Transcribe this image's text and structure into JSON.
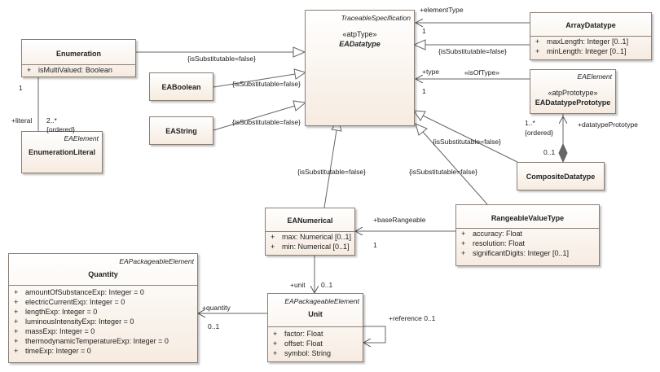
{
  "diagram": {
    "classes": {
      "eadatatype": {
        "abstract_stereo": "TraceableSpecification",
        "stereotype": "«atpType»",
        "name": "EADatatype"
      },
      "arraydatatype": {
        "name": "ArrayDatatype",
        "attrs": [
          {
            "vis": "+",
            "text": "maxLength: Integer [0..1]"
          },
          {
            "vis": "+",
            "text": "minLength: Integer [0..1]"
          }
        ]
      },
      "enumeration": {
        "name": "Enumeration",
        "attrs": [
          {
            "vis": "+",
            "text": "isMultiValued: Boolean"
          }
        ]
      },
      "eaboolean": {
        "name": "EABoolean"
      },
      "eastring": {
        "name": "EAString"
      },
      "eadatatypeprototype": {
        "parent": "EAElement",
        "stereotype": "«atpPrototype»",
        "name": "EADatatypePrototype"
      },
      "enumerationliteral": {
        "parent": "EAElement",
        "name": "EnumerationLiteral"
      },
      "compositedatatype": {
        "name": "CompositeDatatype"
      },
      "eanumerical": {
        "name": "EANumerical",
        "attrs": [
          {
            "vis": "+",
            "text": "max: Numerical [0..1]"
          },
          {
            "vis": "+",
            "text": "min: Numerical [0..1]"
          }
        ]
      },
      "rangeablevaluetype": {
        "name": "RangeableValueType",
        "attrs": [
          {
            "vis": "+",
            "text": "accuracy: Float"
          },
          {
            "vis": "+",
            "text": "resolution: Float"
          },
          {
            "vis": "+",
            "text": "significantDigits: Integer [0..1]"
          }
        ]
      },
      "quantity": {
        "parent": "EAPackageableElement",
        "name": "Quantity",
        "attrs": [
          {
            "vis": "+",
            "text": "amountOfSubstanceExp: Integer = 0"
          },
          {
            "vis": "+",
            "text": "electricCurrentExp: Integer = 0"
          },
          {
            "vis": "+",
            "text": "lengthExp: Integer = 0"
          },
          {
            "vis": "+",
            "text": "luminousIntensityExp: Integer = 0"
          },
          {
            "vis": "+",
            "text": "massExp: Integer = 0"
          },
          {
            "vis": "+",
            "text": "thermodynamicTemperatureExp: Integer = 0"
          },
          {
            "vis": "+",
            "text": "timeExp: Integer = 0"
          }
        ]
      },
      "unit": {
        "parent": "EAPackageableElement",
        "name": "Unit",
        "attrs": [
          {
            "vis": "+",
            "text": "factor: Float"
          },
          {
            "vis": "+",
            "text": "offset: Float"
          },
          {
            "vis": "+",
            "text": "symbol: String"
          }
        ]
      }
    },
    "labels": {
      "element_type": "+elementType",
      "element_type_mult": "1",
      "subst_array": "{isSubstitutable=false}",
      "subst_enum": "{isSubstitutable=false}",
      "subst_bool": "{isSubstitutable=false}",
      "subst_string": "{isSubstitutable=false}",
      "type_role": "+type",
      "is_of_type": "«isOfType»",
      "type_mult": "1",
      "literal_role": "+literal",
      "literal_mult": "2..*",
      "literal_ordered": "{ordered}",
      "enum_mult": "1",
      "proto_mult": "1..*",
      "proto_ordered": "{ordered}",
      "datatype_prototype": "+datatypePrototype",
      "composite_mult": "0..1",
      "subst_composite": "{isSubstitutable=false}",
      "subst_numerical": "{isSubstitutable=false}",
      "subst_rangeable": "{isSubstitutable=false}",
      "base_rangeable": "+baseRangeable",
      "base_rangeable_mult": "1",
      "unit_role": "+unit",
      "unit_mult": "0..1",
      "quantity_role": "+quantity",
      "quantity_mult": "0..1",
      "reference": "+reference 0..1"
    }
  }
}
